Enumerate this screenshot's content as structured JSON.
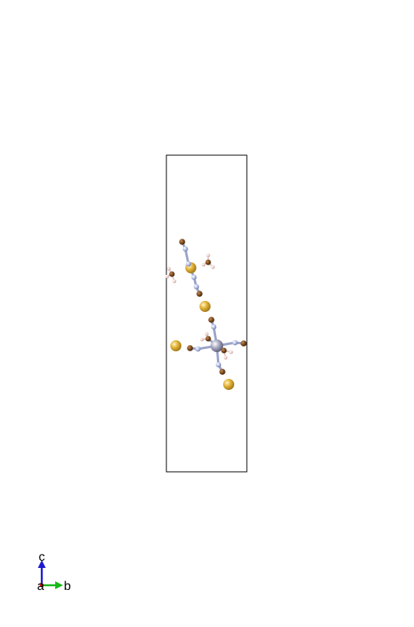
{
  "axes": {
    "c_label": "c",
    "a_label": "a",
    "b_label": "b",
    "colors": {
      "a": "#d00000",
      "b": "#18b818",
      "c": "#1a1ad0"
    }
  },
  "colors": {
    "cell_edge": "#000000",
    "bond": "#9aa4c8",
    "K": "#d9a831",
    "N": "#aeb8dc",
    "C": "#7a4a1e",
    "H": "#f2d4d0",
    "M": "#9a9ab0"
  }
}
